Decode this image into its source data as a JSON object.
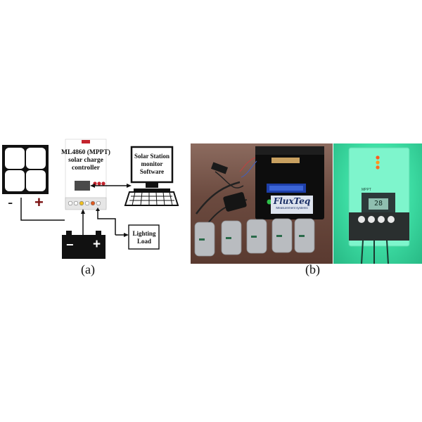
{
  "figure": {
    "panel_a": {
      "controller_title": [
        "ML4860 (MPPT)",
        "solar charge",
        "controller"
      ],
      "monitor_text": [
        "Solar Station",
        "monitor",
        "Software"
      ],
      "load_text": [
        "Lighting",
        "Load"
      ],
      "panel_minus": "-",
      "panel_plus": "+",
      "battery_minus": "−",
      "battery_plus": "+",
      "caption": "(a)"
    },
    "panel_b": {
      "logo_main": "FluxTeq",
      "logo_sub": "Measurement systems",
      "controller_badge": "MPPT",
      "controller_screen": "28",
      "caption": "(b)"
    },
    "colors": {
      "black": "#111111",
      "photo_background": "#6b4a3f",
      "controller_glow": "#3fe0a6"
    }
  }
}
